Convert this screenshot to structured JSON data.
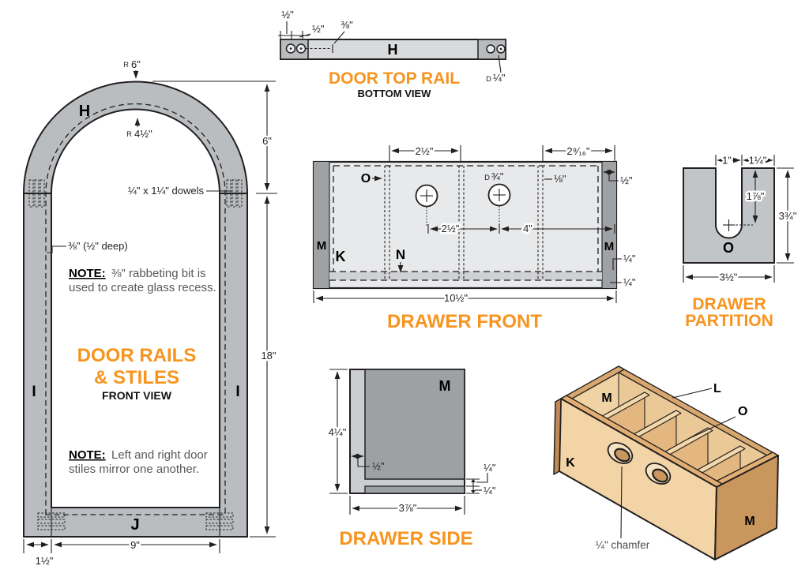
{
  "colors": {
    "accent_orange": "#F7941E",
    "door_gray": "#B9BDC0",
    "panel_dark_gray": "#9EA2A5",
    "panel_light_gray": "#E8E9EA",
    "wood_light": "#F2D4A6",
    "wood_dark": "#C9965E",
    "line": "#231F20",
    "note_text": "#58595B"
  },
  "door": {
    "part_arch": "H",
    "part_stile_left": "I",
    "part_stile_right": "I",
    "part_bottom_rail": "J",
    "radius_outer_prefix": "R",
    "radius_outer": "6\"",
    "radius_inner_prefix": "R",
    "radius_inner": "4½\"",
    "dowel_label": "¼\" x 1¼\" dowels",
    "rabbet_label": "⅜\" (½\" deep)",
    "note1_heading": "NOTE:",
    "note1_line1": "⅜\" rabbeting bit is",
    "note1_line2": "used to create glass recess.",
    "note2_heading": "NOTE:",
    "note2_line1": "Left and right door",
    "note2_line2": "stiles mirror one another.",
    "title_line1": "DOOR RAILS",
    "title_line2": "& STILES",
    "subtitle": "FRONT VIEW",
    "dim_arch_height": "6\"",
    "dim_stile_height": "18\"",
    "dim_opening_width": "9\"",
    "dim_stile_width": "1½\""
  },
  "top_rail": {
    "part": "H",
    "dim_half_a": "½\"",
    "dim_half_b": "½\"",
    "dim_three_eighths": "⅜\"",
    "diam_prefix": "D",
    "diam_value": "¼\"",
    "title": "DOOR TOP RAIL",
    "subtitle": "BOTTOM VIEW"
  },
  "drawer_front": {
    "title": "DRAWER FRONT",
    "part_k": "K",
    "part_n": "N",
    "part_o": "O",
    "part_m_left": "M",
    "part_m_right": "M",
    "dim_top_left": "2½\"",
    "dim_top_right": "2⁹⁄₁₆\"",
    "diam_prefix": "D",
    "diam_value": "¾\"",
    "dim_eighth": "⅛\"",
    "dim_half": "½\"",
    "dim_mid_left": "2½\"",
    "dim_mid_right": "4\"",
    "dim_quarter_upper": "¼\"",
    "dim_quarter_lower": "¼\"",
    "dim_width": "10½\""
  },
  "drawer_partition": {
    "title_line1": "DRAWER",
    "title_line2": "PARTITION",
    "part_o": "O",
    "dim_notch_width": "1\"",
    "dim_shoulder": "1¼\"",
    "dim_notch_depth": "1⅞\"",
    "dim_height": "3¾\"",
    "dim_width": "3½\""
  },
  "drawer_side": {
    "title": "DRAWER SIDE",
    "part_m": "M",
    "dim_height": "4¼\"",
    "dim_rabbet": "½\"",
    "dim_width": "3⅞\"",
    "dim_quarter_upper": "¼\"",
    "dim_quarter_lower": "¼\""
  },
  "assembly": {
    "part_m_inner": "M",
    "part_l": "L",
    "part_o": "O",
    "part_k": "K",
    "part_m_right": "M",
    "chamfer_label": "¼\" chamfer"
  }
}
